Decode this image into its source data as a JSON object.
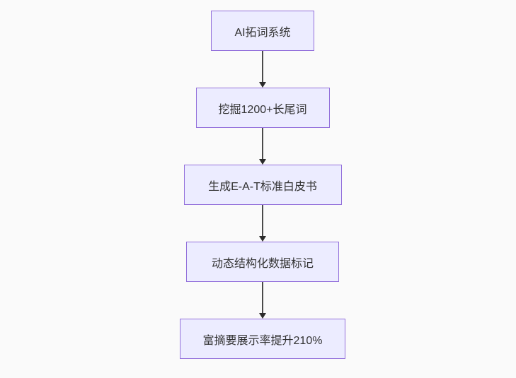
{
  "diagram": {
    "type": "flowchart",
    "direction": "top-down",
    "nodes": [
      {
        "id": "n1",
        "label": "AI拓词系统"
      },
      {
        "id": "n2",
        "label": "挖掘1200+长尾词"
      },
      {
        "id": "n3",
        "label": "生成E-A-T标准白皮书"
      },
      {
        "id": "n4",
        "label": "动态结构化数据标记"
      },
      {
        "id": "n5",
        "label": "富摘要展示率提升210%"
      }
    ],
    "edges": [
      {
        "from": "n1",
        "to": "n2"
      },
      {
        "from": "n2",
        "to": "n3"
      },
      {
        "from": "n3",
        "to": "n4"
      },
      {
        "from": "n4",
        "to": "n5"
      }
    ],
    "colors": {
      "background": "#fafafa",
      "node_fill": "#ececff",
      "node_border": "#9370db",
      "node_text": "#333333",
      "edge_line": "#4a4a4a",
      "edge_arrowhead": "#2b2b2b"
    }
  }
}
